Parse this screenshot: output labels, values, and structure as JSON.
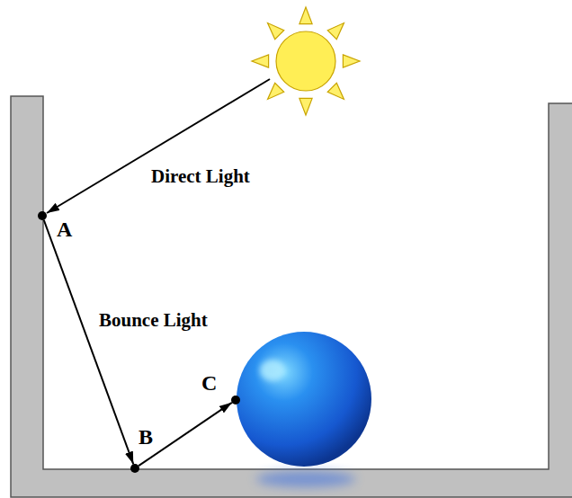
{
  "diagram": {
    "nodes": [
      {
        "text": [
          "A"
        ]
      },
      {
        "text": [
          "B"
        ]
      },
      {
        "text": [
          "C"
        ]
      }
    ],
    "edges": [
      {
        "from": 0,
        "to": 1,
        "arrow": "to",
        "label": "Bounce Light"
      },
      {
        "from": 1,
        "to": 2,
        "arrow": "to"
      }
    ],
    "labels": [
      "Direct Light"
    ]
  }
}
